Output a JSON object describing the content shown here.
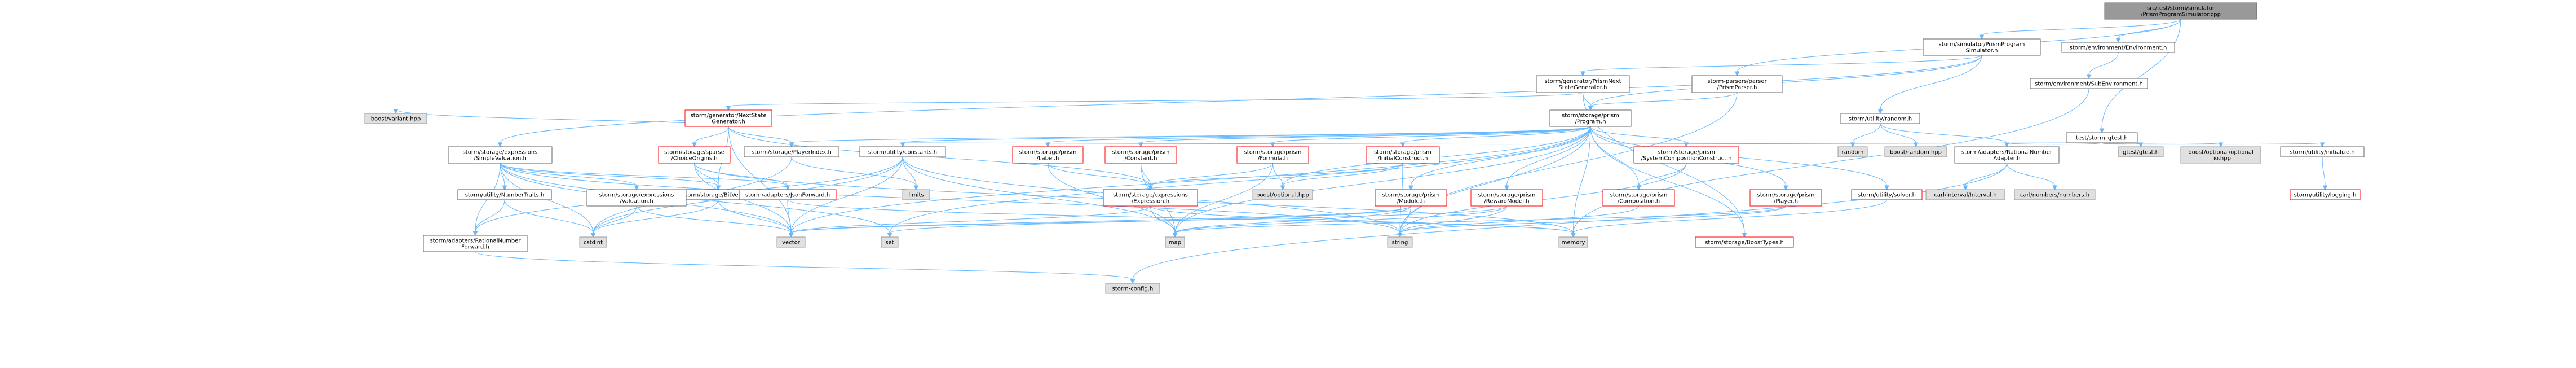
{
  "title": "src/test/storm/simulator/PrismProgramSimulator.cpp",
  "colors": {
    "root_fill": "#999999",
    "normal_fill": "#ffffff",
    "normal_stroke": "#666666",
    "red_stroke": "#ff0000",
    "external_fill": "#e0e0e0",
    "external_stroke": "#999999",
    "edge": "#63b8ff"
  },
  "nodes": [
    {
      "id": "root",
      "lines": [
        "src/test/storm/simulator",
        "/PrismProgramSimulator.cpp"
      ],
      "style": "root"
    },
    {
      "id": "sim",
      "lines": [
        "storm/simulator/PrismProgram",
        "Simulator.h"
      ],
      "style": "normal"
    },
    {
      "id": "pparser",
      "lines": [
        "storm-parsers/parser",
        "/PrismParser.h"
      ],
      "style": "normal"
    },
    {
      "id": "env",
      "lines": [
        "storm/environment/Environment.h"
      ],
      "style": "normal"
    },
    {
      "id": "gtest",
      "lines": [
        "test/storm_gtest.h"
      ],
      "style": "normal"
    },
    {
      "id": "pnsg",
      "lines": [
        "storm/generator/PrismNext",
        "StateGenerator.h"
      ],
      "style": "normal"
    },
    {
      "id": "subenv",
      "lines": [
        "storm/environment/SubEnvironment.h"
      ],
      "style": "normal"
    },
    {
      "id": "nsg",
      "lines": [
        "storm/generator/NextState",
        "Generator.h"
      ],
      "style": "red"
    },
    {
      "id": "program",
      "lines": [
        "storm/storage/prism",
        "/Program.h"
      ],
      "style": "normal"
    },
    {
      "id": "random",
      "lines": [
        "storm/utility/random.h"
      ],
      "style": "normal"
    },
    {
      "id": "bvariant",
      "lines": [
        "boost/variant.hpp"
      ],
      "style": "ext"
    },
    {
      "id": "simpleval",
      "lines": [
        "storm/storage/expressions",
        "/SimpleValuation.h"
      ],
      "style": "normal"
    },
    {
      "id": "choiceorigins",
      "lines": [
        "storm/storage/sparse",
        "/ChoiceOrigins.h"
      ],
      "style": "red"
    },
    {
      "id": "playerindex",
      "lines": [
        "storm/storage/PlayerIndex.h"
      ],
      "style": "normal"
    },
    {
      "id": "constants",
      "lines": [
        "storm/utility/constants.h"
      ],
      "style": "normal"
    },
    {
      "id": "label",
      "lines": [
        "storm/storage/prism",
        "/Label.h"
      ],
      "style": "red"
    },
    {
      "id": "pconstant",
      "lines": [
        "storm/storage/prism",
        "/Constant.h"
      ],
      "style": "red"
    },
    {
      "id": "formula",
      "lines": [
        "storm/storage/prism",
        "/Formula.h"
      ],
      "style": "red"
    },
    {
      "id": "initconstruct",
      "lines": [
        "storm/storage/prism",
        "/InitialConstruct.h"
      ],
      "style": "red"
    },
    {
      "id": "syscomp",
      "lines": [
        "storm/storage/prism",
        "/SystemCompositionConstruct.h"
      ],
      "style": "red"
    },
    {
      "id": "randomlib",
      "lines": [
        "random"
      ],
      "style": "ext"
    },
    {
      "id": "boostrandom",
      "lines": [
        "boost/random.hpp"
      ],
      "style": "ext"
    },
    {
      "id": "ratadapter",
      "lines": [
        "storm/adapters/RationalNumber",
        "Adapter.h"
      ],
      "style": "normal"
    },
    {
      "id": "gtestlib",
      "lines": [
        "gtest/gtest.h"
      ],
      "style": "ext"
    },
    {
      "id": "boostopt",
      "lines": [
        "boost/optional/optional",
        "_io.hpp"
      ],
      "style": "ext"
    },
    {
      "id": "initialize",
      "lines": [
        "storm/utility/initialize.h"
      ],
      "style": "normal"
    },
    {
      "id": "numtraits",
      "lines": [
        "storm/utility/NumberTraits.h"
      ],
      "style": "red"
    },
    {
      "id": "bitvector",
      "lines": [
        "storm/storage/BitVector.h"
      ],
      "style": "red"
    },
    {
      "id": "valuation",
      "lines": [
        "storm/storage/expressions",
        "/Valuation.h"
      ],
      "style": "normal"
    },
    {
      "id": "jsonfwd",
      "lines": [
        "storm/adapters/JsonForward.h"
      ],
      "style": "red"
    },
    {
      "id": "limits",
      "lines": [
        "limits"
      ],
      "style": "ext"
    },
    {
      "id": "expression",
      "lines": [
        "storm/storage/expressions",
        "/Expression.h"
      ],
      "style": "red"
    },
    {
      "id": "boostoptional",
      "lines": [
        "boost/optional.hpp"
      ],
      "style": "ext"
    },
    {
      "id": "module",
      "lines": [
        "storm/storage/prism",
        "/Module.h"
      ],
      "style": "red"
    },
    {
      "id": "rewardmodel",
      "lines": [
        "storm/storage/prism",
        "/RewardModel.h"
      ],
      "style": "red"
    },
    {
      "id": "composition",
      "lines": [
        "storm/storage/prism",
        "/Composition.h"
      ],
      "style": "red"
    },
    {
      "id": "player",
      "lines": [
        "storm/storage/prism",
        "/Player.h"
      ],
      "style": "red"
    },
    {
      "id": "solver",
      "lines": [
        "storm/utility/solver.h"
      ],
      "style": "red"
    },
    {
      "id": "interval",
      "lines": [
        "carl/interval/Interval.h"
      ],
      "style": "ext"
    },
    {
      "id": "carlnumbers",
      "lines": [
        "carl/numbers/numbers.h"
      ],
      "style": "ext"
    },
    {
      "id": "logging",
      "lines": [
        "storm/utility/logging.h"
      ],
      "style": "red"
    },
    {
      "id": "ratfwd",
      "lines": [
        "storm/adapters/RationalNumber",
        "Forward.h"
      ],
      "style": "normal"
    },
    {
      "id": "cstdint",
      "lines": [
        "cstdint"
      ],
      "style": "ext"
    },
    {
      "id": "vector",
      "lines": [
        "vector"
      ],
      "style": "ext"
    },
    {
      "id": "set",
      "lines": [
        "set"
      ],
      "style": "ext"
    },
    {
      "id": "map",
      "lines": [
        "map"
      ],
      "style": "ext"
    },
    {
      "id": "string",
      "lines": [
        "string"
      ],
      "style": "ext"
    },
    {
      "id": "memory",
      "lines": [
        "memory"
      ],
      "style": "ext"
    },
    {
      "id": "boosttypes",
      "lines": [
        "storm/storage/BoostTypes.h"
      ],
      "style": "red"
    },
    {
      "id": "stormconfig",
      "lines": [
        "storm-config.h"
      ],
      "style": "ext"
    }
  ],
  "edges": [
    [
      "root",
      "sim"
    ],
    [
      "root",
      "pparser"
    ],
    [
      "root",
      "env"
    ],
    [
      "root",
      "gtest"
    ],
    [
      "sim",
      "pnsg"
    ],
    [
      "sim",
      "program"
    ],
    [
      "sim",
      "random"
    ],
    [
      "sim",
      "simpleval"
    ],
    [
      "pparser",
      "program"
    ],
    [
      "pparser",
      "string"
    ],
    [
      "env",
      "subenv"
    ],
    [
      "subenv",
      "memory"
    ],
    [
      "gtest",
      "gtestlib"
    ],
    [
      "gtest",
      "boostopt"
    ],
    [
      "gtest",
      "initialize"
    ],
    [
      "gtest",
      "ratadapter"
    ],
    [
      "gtest",
      "constants"
    ],
    [
      "pnsg",
      "nsg"
    ],
    [
      "pnsg",
      "program"
    ],
    [
      "pnsg",
      "boosttypes"
    ],
    [
      "nsg",
      "bvariant"
    ],
    [
      "nsg",
      "choiceorigins"
    ],
    [
      "nsg",
      "playerindex"
    ],
    [
      "nsg",
      "bitvector"
    ],
    [
      "nsg",
      "vector"
    ],
    [
      "nsg",
      "expression"
    ],
    [
      "program",
      "label"
    ],
    [
      "program",
      "pconstant"
    ],
    [
      "program",
      "formula"
    ],
    [
      "program",
      "initconstruct"
    ],
    [
      "program",
      "syscomp"
    ],
    [
      "program",
      "module"
    ],
    [
      "program",
      "rewardmodel"
    ],
    [
      "program",
      "player"
    ],
    [
      "program",
      "composition"
    ],
    [
      "program",
      "solver"
    ],
    [
      "program",
      "constants"
    ],
    [
      "program",
      "playerindex"
    ],
    [
      "program",
      "boostoptional"
    ],
    [
      "program",
      "map"
    ],
    [
      "program",
      "vector"
    ],
    [
      "program",
      "set"
    ],
    [
      "program",
      "boosttypes"
    ],
    [
      "program",
      "memory"
    ],
    [
      "program",
      "string"
    ],
    [
      "random",
      "randomlib"
    ],
    [
      "random",
      "boostrandom"
    ],
    [
      "random",
      "ratadapter"
    ],
    [
      "simpleval",
      "bitvector"
    ],
    [
      "simpleval",
      "valuation"
    ],
    [
      "simpleval",
      "jsonfwd"
    ],
    [
      "simpleval",
      "numtraits"
    ],
    [
      "simpleval",
      "ratfwd"
    ],
    [
      "simpleval",
      "cstdint"
    ],
    [
      "simpleval",
      "vector"
    ],
    [
      "simpleval",
      "set"
    ],
    [
      "simpleval",
      "string"
    ],
    [
      "choiceorigins",
      "bitvector"
    ],
    [
      "choiceorigins",
      "jsonfwd"
    ],
    [
      "choiceorigins",
      "vector"
    ],
    [
      "choiceorigins",
      "memory"
    ],
    [
      "playerindex",
      "cstdint"
    ],
    [
      "playerindex",
      "limits"
    ],
    [
      "constants",
      "limits"
    ],
    [
      "constants",
      "ratfwd"
    ],
    [
      "constants",
      "cstdint"
    ],
    [
      "constants",
      "map"
    ],
    [
      "constants",
      "vector"
    ],
    [
      "constants",
      "string"
    ],
    [
      "label",
      "expression"
    ],
    [
      "label",
      "map"
    ],
    [
      "pconstant",
      "expression"
    ],
    [
      "pconstant",
      "map"
    ],
    [
      "formula",
      "expression"
    ],
    [
      "formula",
      "boostoptional"
    ],
    [
      "formula",
      "map"
    ],
    [
      "initconstruct",
      "expression"
    ],
    [
      "initconstruct",
      "boostoptional"
    ],
    [
      "initconstruct",
      "string"
    ],
    [
      "syscomp",
      "composition"
    ],
    [
      "syscomp",
      "string"
    ],
    [
      "ratadapter",
      "interval"
    ],
    [
      "ratadapter",
      "carlnumbers"
    ],
    [
      "ratadapter",
      "stormconfig"
    ],
    [
      "initialize",
      "logging"
    ],
    [
      "numtraits",
      "ratfwd"
    ],
    [
      "numtraits",
      "cstdint"
    ],
    [
      "bitvector",
      "cstdint"
    ],
    [
      "bitvector",
      "vector"
    ],
    [
      "valuation",
      "cstdint"
    ],
    [
      "valuation",
      "vector"
    ],
    [
      "jsonfwd",
      "memory"
    ],
    [
      "jsonfwd",
      "vector"
    ],
    [
      "expression",
      "map"
    ],
    [
      "expression",
      "vector"
    ],
    [
      "expression",
      "memory"
    ],
    [
      "module",
      "map"
    ],
    [
      "module",
      "set"
    ],
    [
      "module",
      "string"
    ],
    [
      "module",
      "vector"
    ],
    [
      "rewardmodel",
      "map"
    ],
    [
      "rewardmodel",
      "vector"
    ],
    [
      "rewardmodel",
      "string"
    ],
    [
      "composition",
      "string"
    ],
    [
      "player",
      "map"
    ],
    [
      "player",
      "string"
    ],
    [
      "solver",
      "memory"
    ],
    [
      "ratfwd",
      "stormconfig"
    ]
  ]
}
